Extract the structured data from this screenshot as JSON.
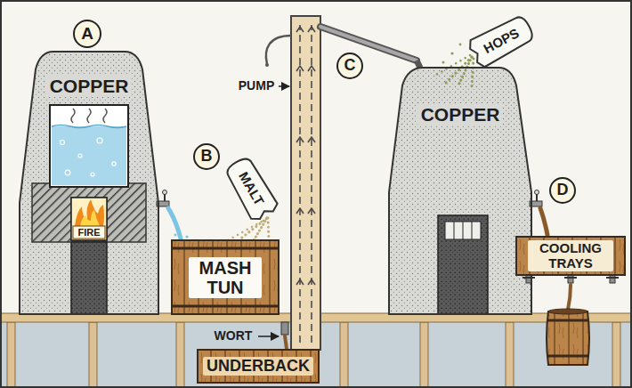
{
  "diagram": {
    "nodes": [
      {
        "text": [
          "A"
        ]
      },
      {
        "text": [
          "COPPER"
        ]
      },
      {
        "text": [
          "FIRE"
        ],
        "in": 1
      },
      {
        "text": [
          "B"
        ]
      },
      {
        "text": [
          "MALT"
        ]
      },
      {
        "text": [
          "MASH TUN"
        ]
      },
      {
        "text": [
          "C"
        ]
      },
      {
        "text": [
          "HOPS"
        ]
      },
      {
        "text": [
          "COPPER"
        ]
      },
      {
        "text": [
          "D"
        ]
      },
      {
        "text": [
          "COOLING TRAYS"
        ]
      },
      {
        "text": [
          "UNDERBACK"
        ]
      }
    ],
    "labels": [
      "PUMP",
      "WORT"
    ]
  }
}
